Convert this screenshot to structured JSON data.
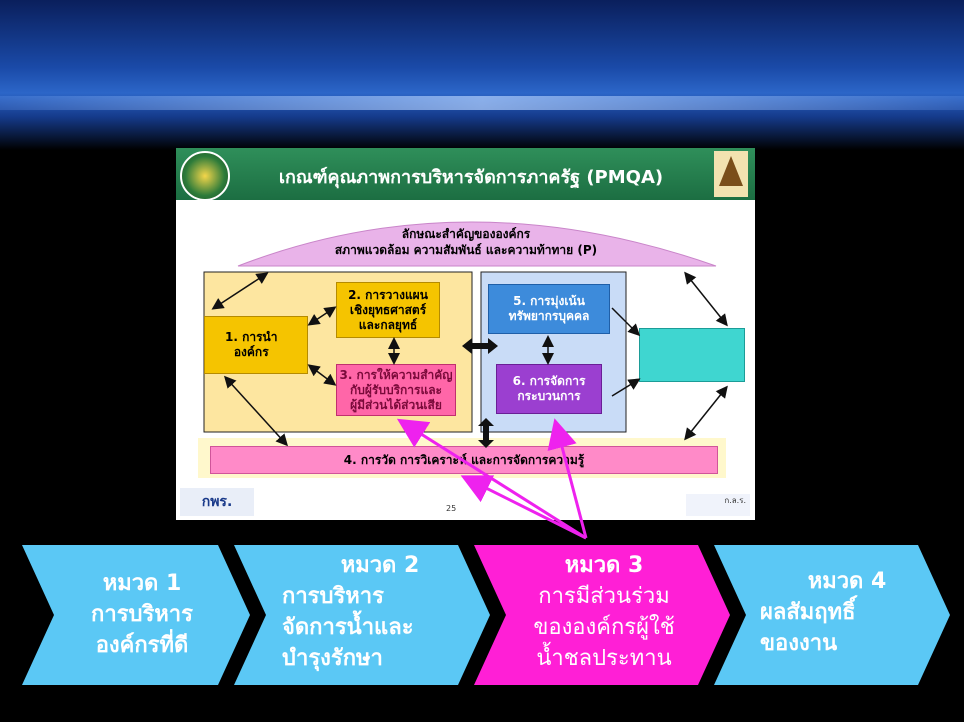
{
  "slide": {
    "title": "เกณฑ์คุณภาพการบริหารจัดการภาครัฐ (PMQA)",
    "profile_line1": "ลักษณะสำคัญขององค์กร",
    "profile_line2": "สภาพแวดล้อม ความสัมพันธ์ และความท้าทาย (P)",
    "box1_line1": "1. การนำ",
    "box1_line2": "องค์กร",
    "box2_line1": "2. การวางแผน",
    "box2_line2": "เชิงยุทธศาสตร์",
    "box2_line3": "และกลยุทธ์",
    "box3_line1": "3. การให้ความสำคัญ",
    "box3_line2": "กับผู้รับบริการและ",
    "box3_line3": "ผู้มีส่วนได้ส่วนเสีย",
    "box5_line1": "5. การมุ่งเน้น",
    "box5_line2": "ทรัพยากรบุคคล",
    "box6_line1": "6. การจัดการ",
    "box6_line2": "กระบวนการ",
    "box4": "4. การวัด การวิเคราะห์ และการจัดการความรู้",
    "footer_logo": "กพร.",
    "page_number": "25",
    "footer_right": "ก.ล.ร."
  },
  "chevrons": [
    {
      "title": "หมวด 1",
      "line1": "การบริหาร",
      "line2": "องค์กรที่ดี",
      "line3": "",
      "color": "#5bc8f5"
    },
    {
      "title": "หมวด 2",
      "line1": "การบริหาร",
      "line2": "จัดการน้ำและ",
      "line3": "บำรุงรักษา",
      "color": "#5bc8f5"
    },
    {
      "title": "หมวด 3",
      "line1": "การมีส่วนร่วม",
      "line2": "ขององค์กรผู้ใช้",
      "line3": "น้ำชลประทาน",
      "color": "#ff1fd6"
    },
    {
      "title": "หมวด 4",
      "line1": "ผลสัมฤทธิ์",
      "line2": "ของงาน",
      "line3": "",
      "color": "#5bc8f5"
    }
  ],
  "colors": {
    "header_green": "#1c6e42",
    "box_orange": "#f5c400",
    "box_pink": "#ff66a8",
    "box_blue": "#3d8bdb",
    "box_purple": "#9b3fd0",
    "box_cyan": "#3fd6d0",
    "arrow_magenta": "#ee22ee"
  }
}
